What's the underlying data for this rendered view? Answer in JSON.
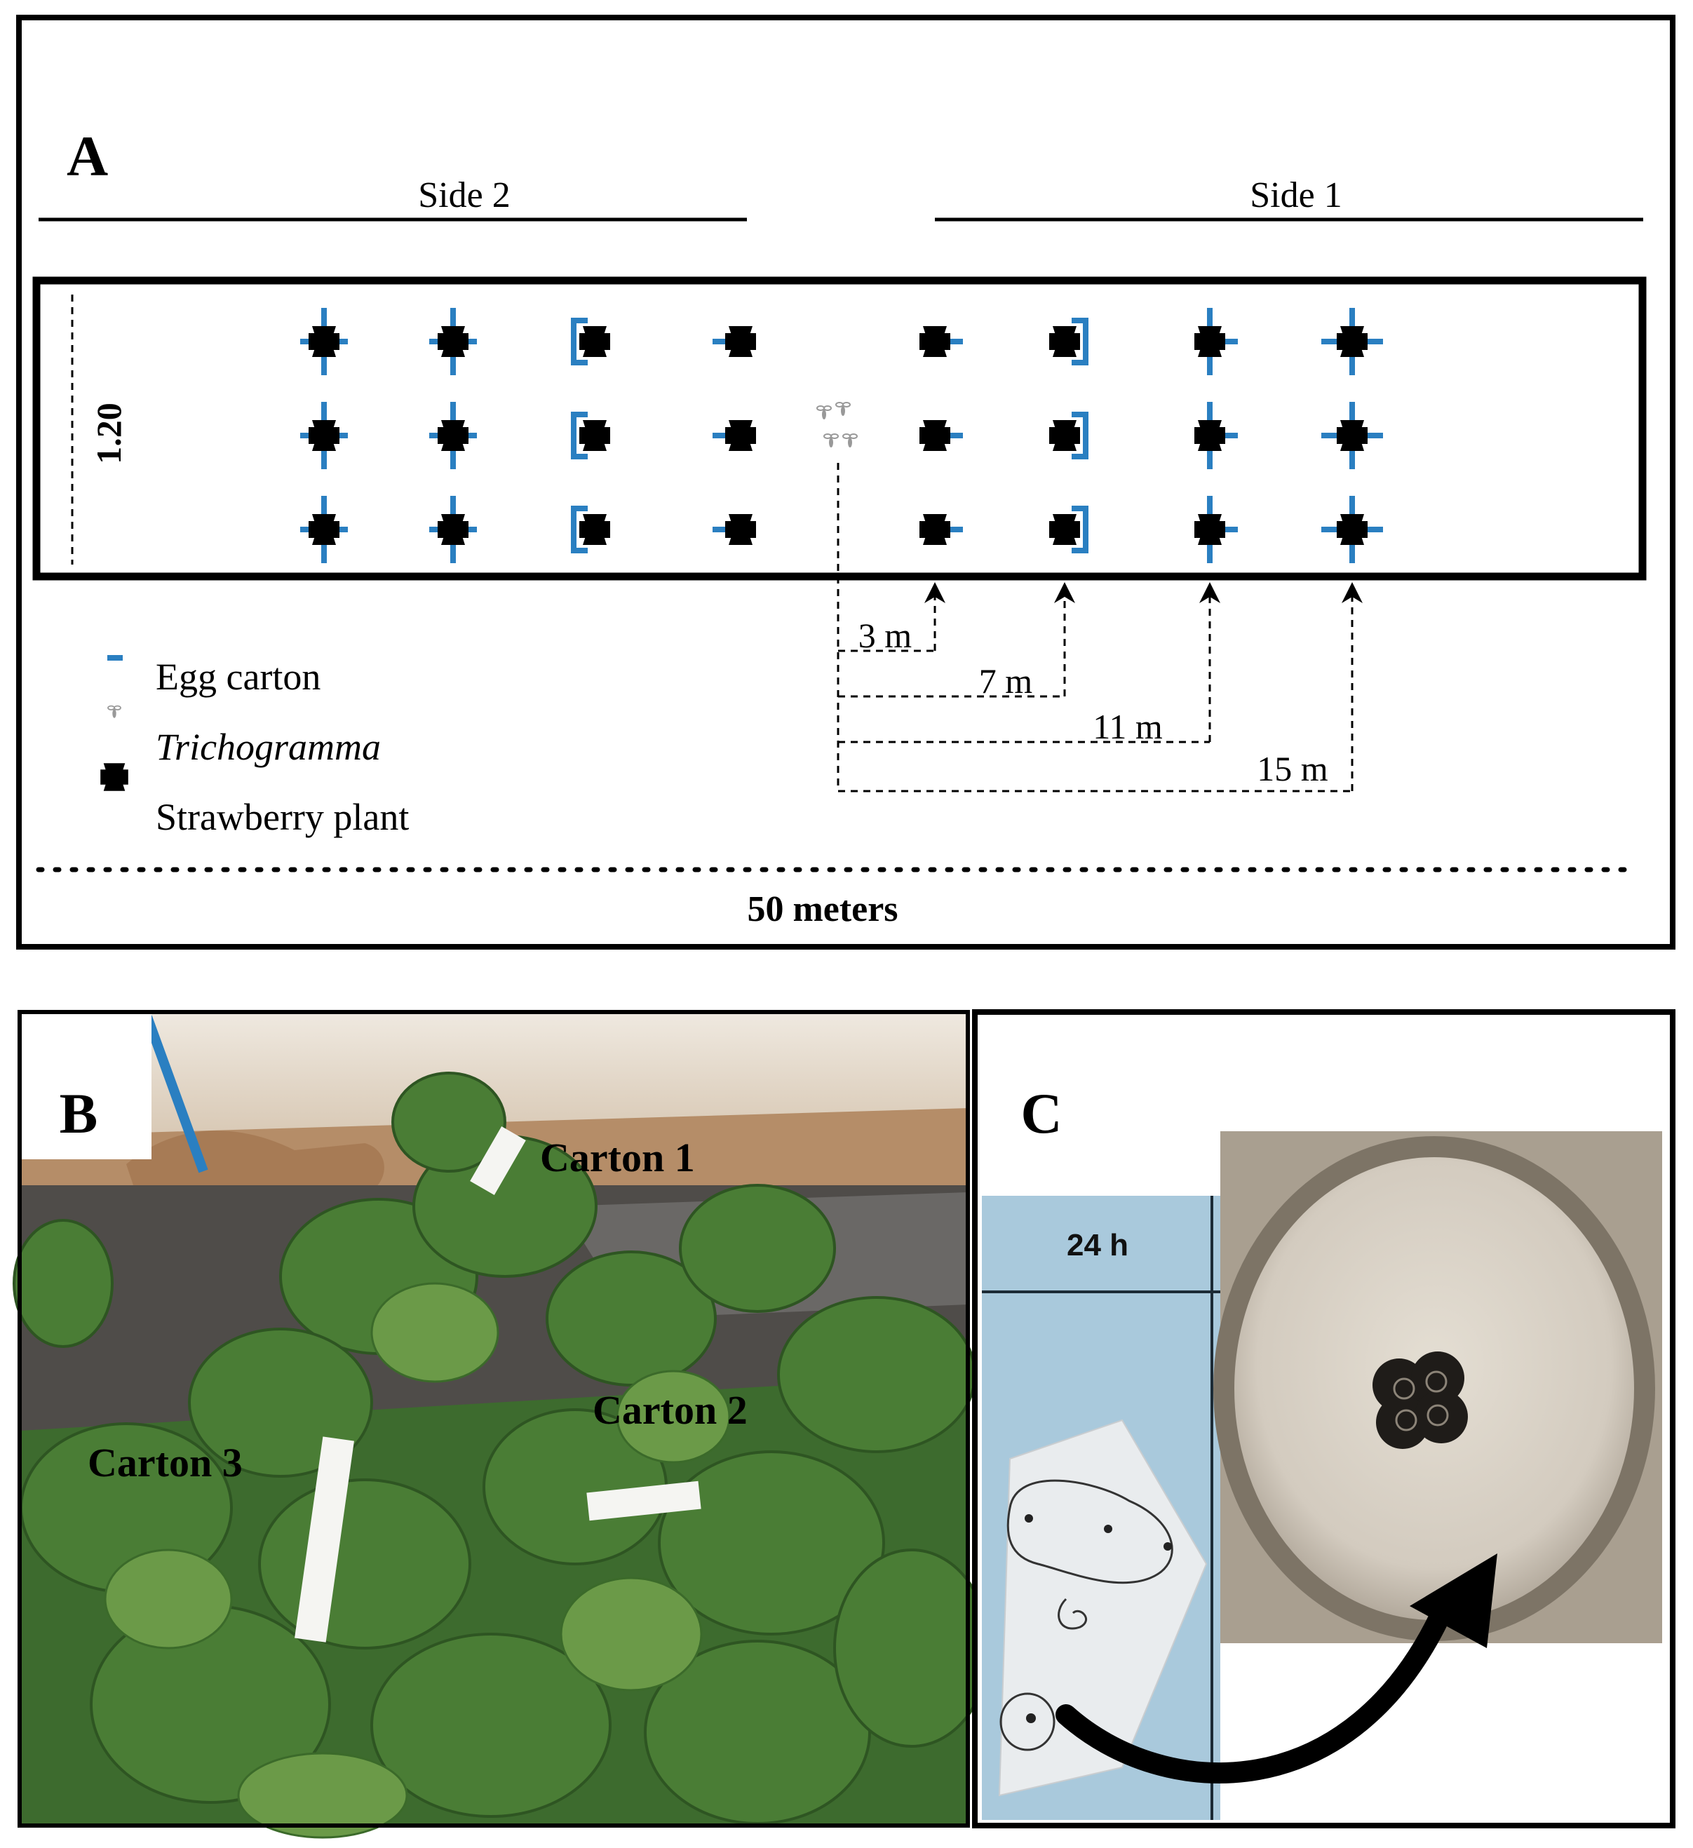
{
  "panel_a": {
    "label": "A",
    "side_2": "Side 2",
    "side_1": "Side 1",
    "width_label": "1.20",
    "length_label": "50 meters",
    "distances": [
      "3 m",
      "7 m",
      "11 m",
      "15 m"
    ],
    "legend": {
      "egg_carton": "Egg carton",
      "trichogramma": "Trichogramma",
      "strawberry_plant": "Strawberry plant"
    },
    "colors": {
      "egg_carton": "#2a7fc1",
      "plant": "#000000"
    }
  },
  "panel_b": {
    "label": "B",
    "cartons": [
      "Carton 1",
      "Carton 2",
      "Carton 3"
    ]
  },
  "panel_c": {
    "label": "C",
    "time_label": "24 h"
  }
}
